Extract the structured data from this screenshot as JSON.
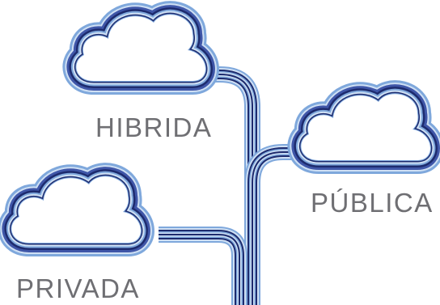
{
  "labels": {
    "hibrida": "HIBRIDA",
    "publica": "PÚBLICA",
    "privada": "PRIVADA"
  },
  "colors": {
    "navy": "#1d2b6e",
    "mid_blue": "#3f56a8",
    "light_blue": "#7fa8dc",
    "pale_blue": "#cfe0f4",
    "text": "#6f6f73",
    "background": "#ffffff"
  }
}
